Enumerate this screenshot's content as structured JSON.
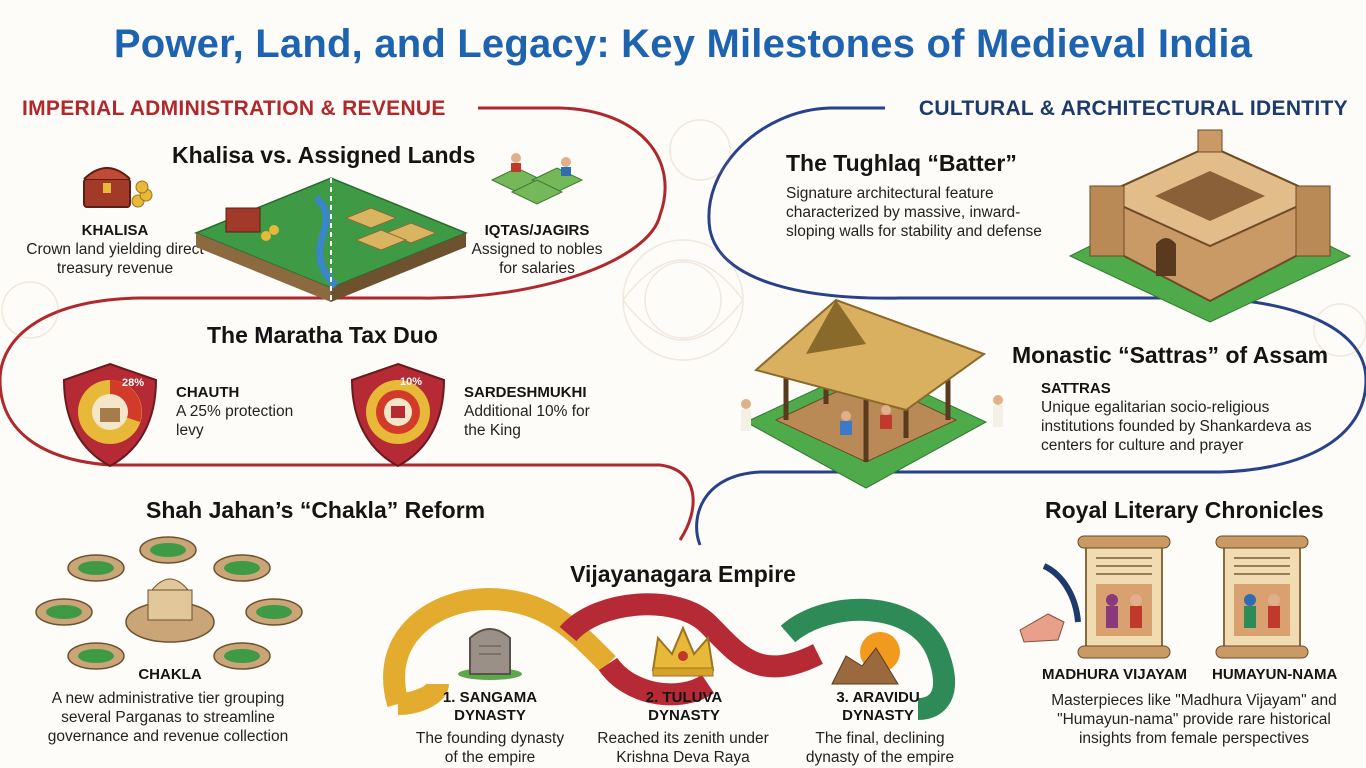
{
  "title": "Power, Land, and Legacy: Key Milestones of Medieval India",
  "sections": {
    "left": "IMPERIAL ADMINISTRATION & REVENUE",
    "right": "CULTURAL & ARCHITECTURAL IDENTITY"
  },
  "khalisa_block": {
    "heading": "Khalisa vs. Assigned Lands",
    "khalisa_label": "KHALISA",
    "khalisa_desc": "Crown land yielding direct treasury revenue",
    "iqtas_label": "IQTAS/JAGIRS",
    "iqtas_desc": "Assigned to nobles for salaries"
  },
  "maratha_block": {
    "heading": "The Maratha Tax Duo",
    "chauth_badge": "28%",
    "chauth_label": "CHAUTH",
    "chauth_desc": "A 25% protection levy",
    "sardesh_badge": "10%",
    "sardesh_label": "SARDESHMUKHI",
    "sardesh_desc": "Additional 10% for the King"
  },
  "chakla_block": {
    "heading": "Shah Jahan’s “Chakla” Reform",
    "label": "CHAKLA",
    "desc": "A new administrative tier grouping several Parganas to streamline governance and revenue collection"
  },
  "vijayanagara": {
    "heading": "Vijayanagara Empire",
    "dynasties": [
      {
        "name": "1. SANGAMA DYNASTY",
        "desc": "The founding dynasty of the empire",
        "color": "#e3ac2e"
      },
      {
        "name": "2. TULUVA DYNASTY",
        "desc": "Reached its zenith under Krishna Deva Raya",
        "color": "#b52a35"
      },
      {
        "name": "3. ARAVIDU DYNASTY",
        "desc": "The final, declining dynasty of the empire",
        "color": "#2e8b57"
      }
    ]
  },
  "tughlaq_block": {
    "heading": "The Tughlaq “Batter”",
    "desc": "Signature architectural feature characterized by massive, inward-sloping walls for stability and defense"
  },
  "sattras_block": {
    "heading": "Monastic “Sattras” of Assam",
    "label": "SATTRAS",
    "desc": "Unique egalitarian socio-religious institutions founded by Shankardeva as centers for culture and prayer"
  },
  "literary_block": {
    "heading": "Royal Literary Chronicles",
    "label1": "MADHURA VIJAYAM",
    "label2": "HUMAYUN-NAMA",
    "desc": "Masterpieces like \"Madhura Vijayam\" and \"Humayun-nama\" provide rare historical insights from female perspectives"
  },
  "colors": {
    "title_blue": "#1e63b0",
    "left_red": "#b0282c",
    "right_navy": "#1d3a6b",
    "gold": "#e3ac2e",
    "green": "#2e8b57"
  },
  "icons": [
    "treasure-chest-icon",
    "land-map-icon",
    "nobles-plots-icon",
    "shield-chauth-icon",
    "shield-sardeshmukhi-icon",
    "chakla-cluster-icon",
    "tombstone-icon",
    "crown-icon",
    "setting-sun-icon",
    "fort-icon",
    "sattra-hall-icon",
    "scroll-icon",
    "quill-hand-icon"
  ]
}
